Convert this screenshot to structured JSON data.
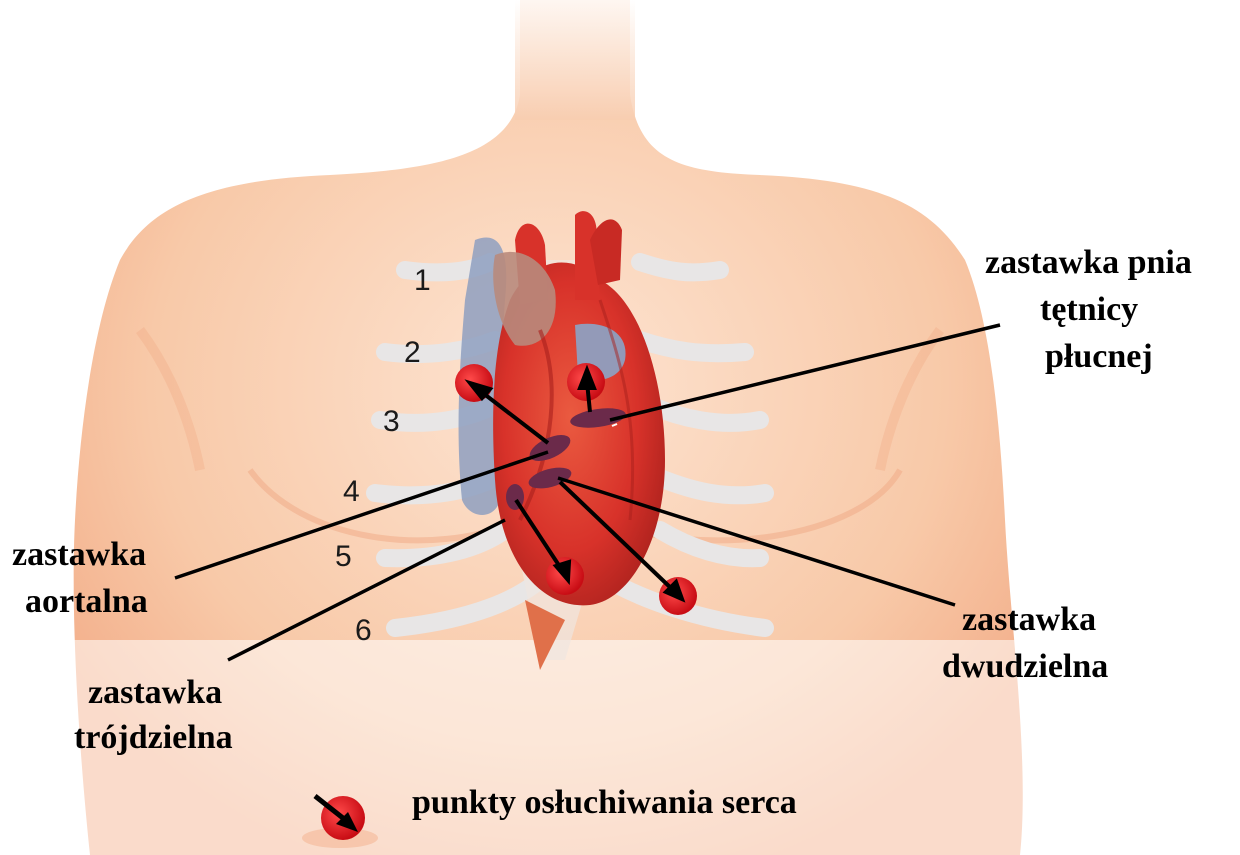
{
  "rib_numbers": [
    "1",
    "2",
    "3",
    "4",
    "5",
    "6"
  ],
  "labels": {
    "pulmonary_valve": [
      "zastawka pnia",
      "tętnicy",
      "płucnej"
    ],
    "aortic_valve": [
      "zastawka",
      "aortalna"
    ],
    "tricuspid_valve": [
      "zastawka",
      "trójdzielna"
    ],
    "mitral_valve": [
      "zastawka",
      "dwudzielna"
    ]
  },
  "legend": {
    "text": "punkty osłuchiwania serca"
  },
  "colors": {
    "skin": "#f8c9a8",
    "skin_shadow": "#f0a883",
    "heart": "#d8322a",
    "heart_dark": "#a8201c",
    "vessel_blue": "#8e9fc0",
    "valve": "#6b2a4a",
    "auscultation_point": "#e2141c",
    "line": "#000000"
  }
}
